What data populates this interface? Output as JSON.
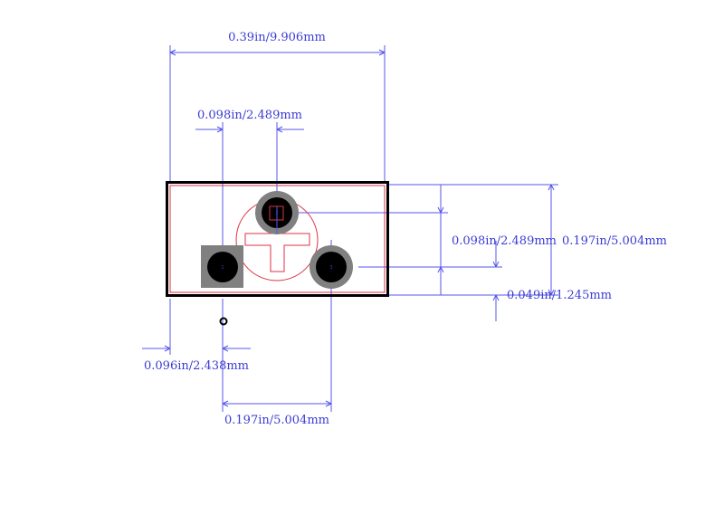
{
  "colors": {
    "dimension": "#5555ee",
    "dimension_text": "#3b3bd6",
    "outline": "#000000",
    "silkscreen": "#dd3344",
    "pad_copper": "#000000",
    "pad_mask": "#808080"
  },
  "dimensions": {
    "overall_width": "0.39in/9.906mm",
    "pin_offset_top": "0.098in/2.489mm",
    "pin_row_offset_right": "0.098in/2.489mm",
    "overall_height": "0.197in/5.004mm",
    "pin_offset_bottom": "0.049in/1.245mm",
    "left_edge_to_pin1": "0.096in/2.438mm",
    "pin1_to_pin3": "0.197in/5.004mm"
  },
  "pads": [
    {
      "label": "1"
    },
    {
      "label": "2"
    },
    {
      "label": "3"
    }
  ]
}
